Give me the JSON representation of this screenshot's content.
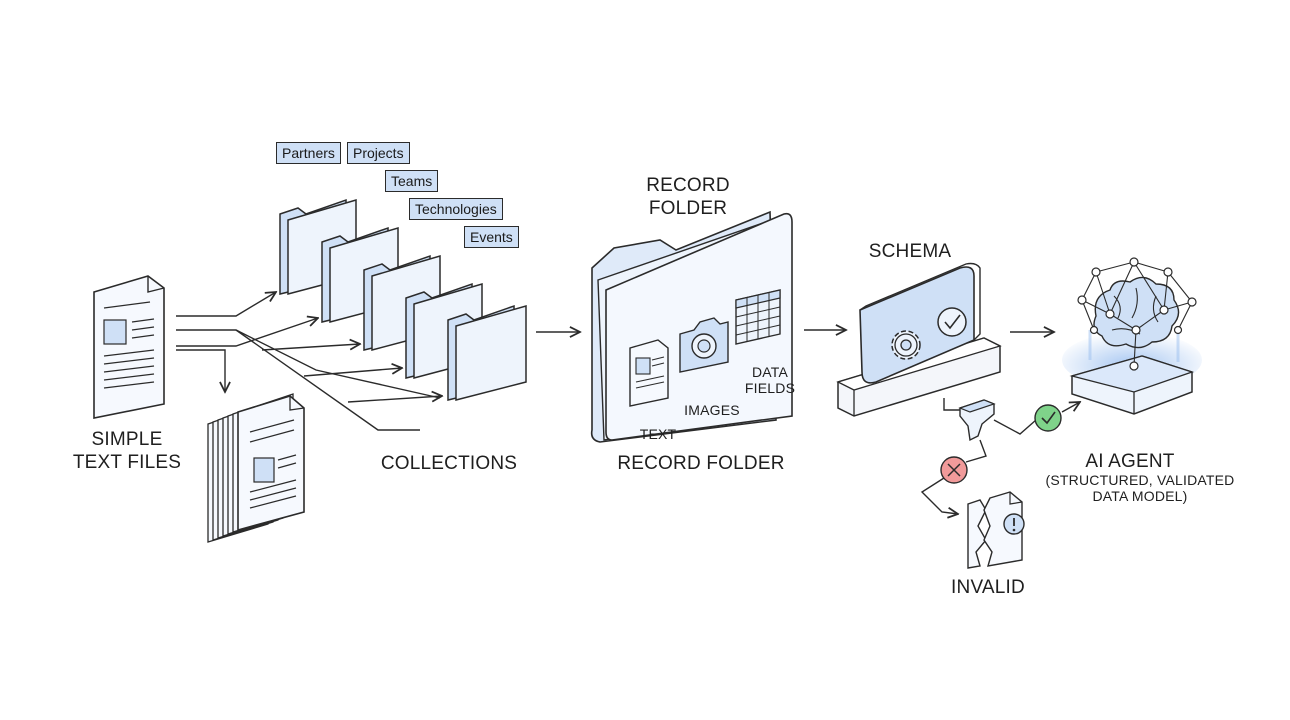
{
  "labels": {
    "simple_text_files": "SIMPLE\nTEXT FILES",
    "collections": "COLLECTIONS",
    "record_folder_top": "RECORD\nFOLDER",
    "record_folder_bottom": "RECORD FOLDER",
    "text": "TEXT",
    "images": "IMAGES",
    "data_fields": "DATA\nFIELDS",
    "schema": "SCHEMA",
    "ai_agent": "AI AGENT",
    "ai_agent_sub": "(STRUCTURED, VALIDATED\nDATA MODEL)",
    "invalid": "INVALID"
  },
  "tags": [
    "Partners",
    "Projects",
    "Teams",
    "Technologies",
    "Events"
  ],
  "colors": {
    "accent": "#cfe0f6",
    "outline": "#2b2b2b",
    "valid": "#7fd38a",
    "invalid": "#f19a9a"
  },
  "icons": [
    "document-icon",
    "document-stack-icon",
    "folder-icon",
    "camera-icon",
    "table-icon",
    "gear-icon",
    "checkmark-icon",
    "brain-network-icon",
    "funnel-icon",
    "broken-document-icon",
    "warning-icon"
  ]
}
